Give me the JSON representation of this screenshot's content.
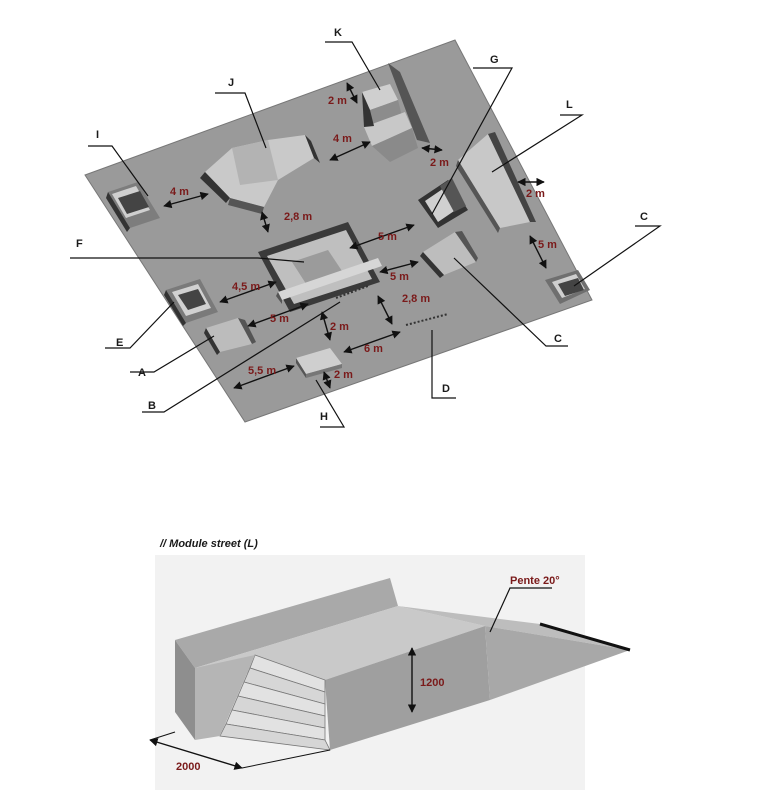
{
  "plan": {
    "labels": {
      "K": "K",
      "J": "J",
      "G": "G",
      "L": "L",
      "I": "I",
      "F": "F",
      "C1": "C",
      "C2": "C",
      "E": "E",
      "A": "A",
      "B": "B",
      "H": "H",
      "D": "D"
    },
    "measures": {
      "k_2m": "2 m",
      "k_4m": "4 m",
      "k_2m_b": "2 m",
      "l_2m": "2 m",
      "l_5m": "5 m",
      "i_4m": "4 m",
      "j_28m": "2,8 m",
      "g_5m": "5 m",
      "f_5m": "5 m",
      "e_45m": "4,5 m",
      "a_5m": "5 m",
      "b_2m": "2 m",
      "d_28m": "2,8 m",
      "h_6m": "6 m",
      "h_55m": "5,5 m",
      "h_2m": "2 m"
    }
  },
  "module": {
    "title": "// Module street (L)",
    "slope": "Pente 20°",
    "height": "1200",
    "width": "2000"
  }
}
